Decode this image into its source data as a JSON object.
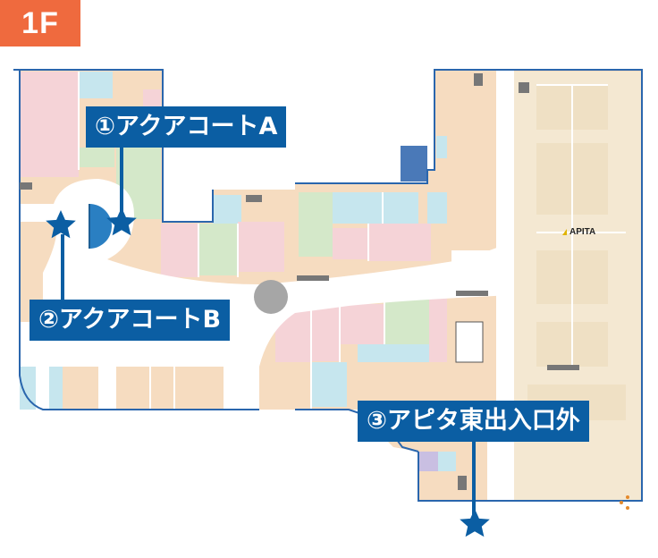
{
  "floor": {
    "label": "1F"
  },
  "callouts": [
    {
      "id": "aqua-court-a",
      "label": "①アクアコートA"
    },
    {
      "id": "aqua-court-b",
      "label": "②アクアコートB"
    },
    {
      "id": "apita-east-exit",
      "label": "③アピタ東出入口外"
    }
  ],
  "landmark": {
    "brand": "APITA"
  },
  "icons": {
    "location_marker": "star-icon",
    "brand_mark": "apita-logo-icon",
    "restroom": "restroom-icon",
    "stairs": "stairs-icon"
  },
  "colors": {
    "floor_badge": "#ef6a3e",
    "callout": "#0b5ea3",
    "star": "#0b5ea3",
    "walkway": "#ffffff",
    "outline": "#2a66ad",
    "shop_pink": "#f5d3d7",
    "shop_green": "#d4e8c9",
    "shop_blue": "#c6e6ee",
    "shop_orange": "#f6dcc0",
    "anchor_beige": "#f4e8d2",
    "elevator": "#4a79b8",
    "plaza": "#a6a6a6"
  }
}
